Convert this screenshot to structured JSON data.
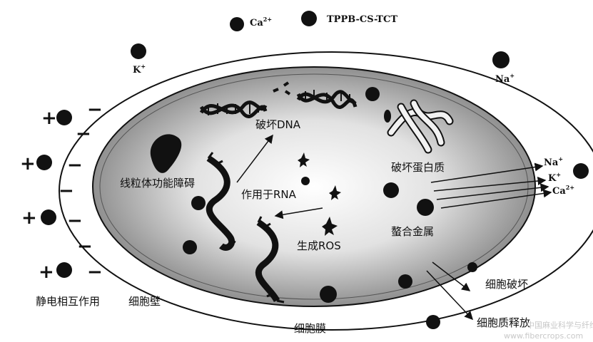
{
  "legend": {
    "ca_label": "Ca",
    "ca_sup": "2+",
    "agent_label": "TPPB-CS-TCT"
  },
  "ions_outside": {
    "k": "K",
    "k_sup": "+",
    "na": "Na",
    "na_sup": "+"
  },
  "labels": {
    "destroy_dna": "破坏DNA",
    "mito": "线粒体功能障碍",
    "act_rna": "作用于RNA",
    "destroy_protein": "破坏蛋白质",
    "ros": "生成ROS",
    "chelate": "螯合金属",
    "static_interaction": "静电相互作用",
    "cell_wall": "细胞壁",
    "cell_membrane": "细胞膜",
    "cell_rupture": "细胞破坏",
    "cytoplasm_release": "细胞质释放"
  },
  "efflux": {
    "na": "Na",
    "na_sup": "+",
    "k": "K",
    "k_sup": "+",
    "ca": "Ca",
    "ca_sup": "2+"
  },
  "charges": {
    "plus": "+",
    "minus": "−"
  },
  "watermark": "www.fibercrops.com",
  "watermark_cn": "中国麻业科学与纤维网",
  "colors": {
    "wall": "#ffffff",
    "cytoplasm_dark": "#9a9a9a",
    "cytoplasm_light": "#f4f4f4",
    "particle": "#111111"
  }
}
